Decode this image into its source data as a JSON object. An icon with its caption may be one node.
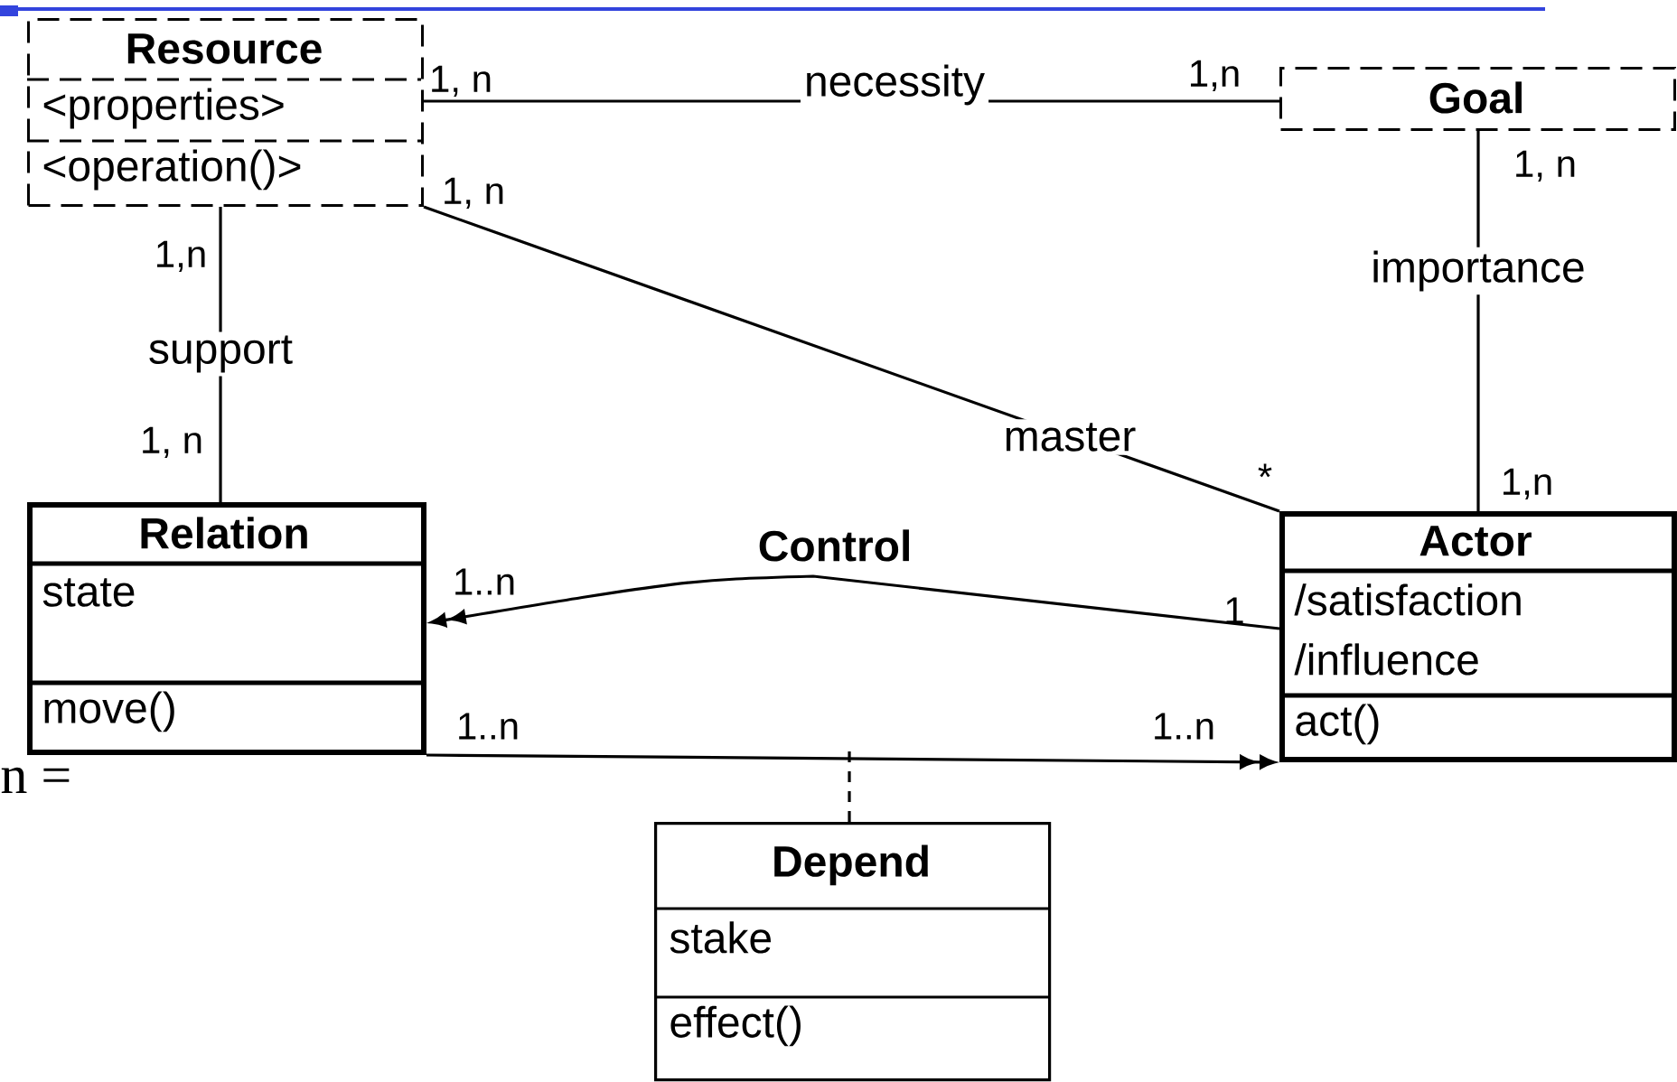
{
  "diagram": {
    "nodes": [
      {
        "text": [
          "Resource",
          "<properties>",
          "<operation()>"
        ]
      },
      {
        "text": [
          "Goal"
        ]
      },
      {
        "text": [
          "Relation",
          "state",
          "move()"
        ]
      },
      {
        "text": [
          "Actor",
          "/satisfaction",
          "/influence",
          "act()"
        ]
      },
      {
        "text": [
          "Depend",
          "stake",
          "effect()"
        ]
      }
    ],
    "edges": [
      {
        "from": 0,
        "to": 1,
        "arrow": "none",
        "label": "necessity"
      },
      {
        "from": 0,
        "to": 2,
        "arrow": "none",
        "label": "support"
      },
      {
        "from": 0,
        "to": 3,
        "arrow": "none",
        "label": "master"
      },
      {
        "from": 1,
        "to": 3,
        "arrow": "none",
        "label": "importance"
      },
      {
        "from": 3,
        "to": 2,
        "arrow": "to",
        "label": "**Control**"
      },
      {
        "from": 2,
        "to": 3,
        "arrow": "to"
      },
      {
        "from": 4,
        "to": null,
        "arrow": "none",
        "style": "dashed"
      }
    ],
    "labels": [
      "1, n",
      "1,n",
      "1, n",
      "1, n",
      "1,n",
      "1, n",
      "*",
      "1,n",
      "1..n",
      "1",
      "1..n",
      "1..n",
      "n ="
    ]
  }
}
